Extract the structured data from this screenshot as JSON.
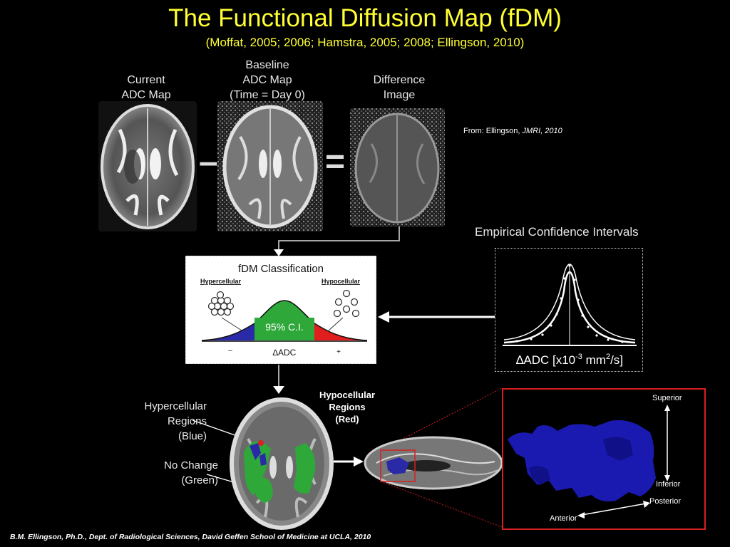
{
  "header": {
    "title": "The Functional Diffusion Map (fDM)",
    "subtitle": "(Moffat, 2005; 2006; Hamstra, 2005; 2008; Ellingson, 2010)"
  },
  "maps": {
    "current": [
      "Current",
      "ADC Map"
    ],
    "baseline": [
      "Baseline",
      "ADC Map",
      "(Time = Day 0)"
    ],
    "difference": [
      "Difference",
      "Image"
    ],
    "minus_op": "–",
    "equals_op": "="
  },
  "source": {
    "prefix": "From:  Ellingson, ",
    "journal": "JMRI, 2010"
  },
  "classification": {
    "title": "fDM Classification",
    "hyper": "Hypercellular",
    "hypo": "Hypocellular",
    "ci": "95% C.I.",
    "axis": "∆ADC",
    "minus": "–",
    "plus": "+"
  },
  "eci": {
    "title": "Empirical Confidence Intervals",
    "axis_label": "∆ADC [x10",
    "axis_exp": "-3",
    "axis_unit": " mm",
    "axis_exp2": "2",
    "axis_end": "/s]"
  },
  "legend": {
    "hyper": [
      "Hypercellular",
      "Regions",
      "(Blue)"
    ],
    "nochange": [
      "No Change",
      "(Green)"
    ],
    "hypo": [
      "Hypocellular",
      "Regions",
      "(Red)"
    ]
  },
  "render3d": {
    "superior": "Superior",
    "inferior": "Inferior",
    "posterior": "Posterior",
    "anterior": "Anterior"
  },
  "footer": "B.M. Ellingson, Ph.D., Dept. of Radiological Sciences, David Geffen School of Medicine at UCLA, 2010",
  "colors": {
    "title": "#ffff33",
    "hypercellular": "#2a2aa8",
    "hypocellular": "#e01e1e",
    "no_change": "#2fa83a",
    "highlight_box": "#d42020"
  }
}
